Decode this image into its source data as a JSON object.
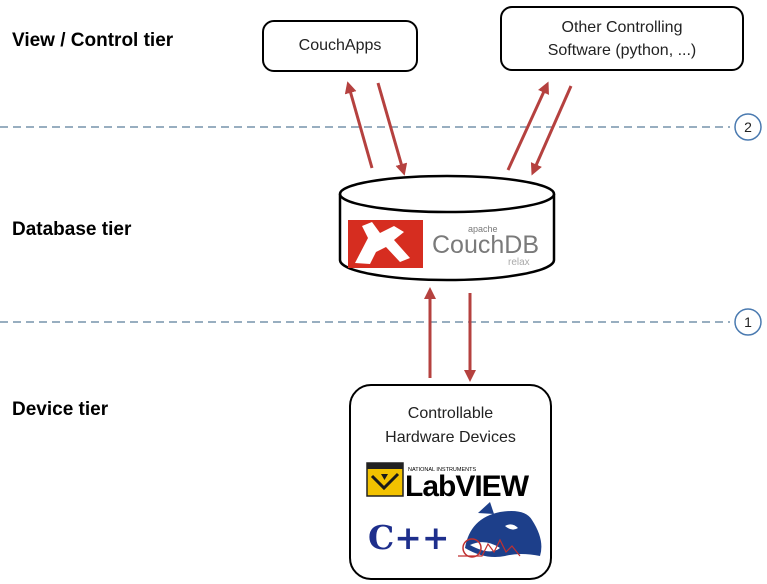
{
  "tiers": {
    "view": "View / Control tier",
    "database": "Database tier",
    "device": "Device tier"
  },
  "boxes": {
    "couchapps": "CouchApps",
    "other_line1": "Other Controlling",
    "other_line2": "Software (python, ...)",
    "device_line1": "Controllable",
    "device_line2": "Hardware Devices"
  },
  "couchdb": {
    "apache": "apache",
    "name": "CouchDB",
    "tagline": "relax"
  },
  "labview": {
    "ni": "NATIONAL INSTRUMENTS",
    "name": "LabVIEW"
  },
  "cpp": "C++",
  "boundaries": [
    {
      "number": "2"
    },
    {
      "number": "1"
    }
  ],
  "colors": {
    "arrow": "#b5413f",
    "dash": "#5a7d9a",
    "couch_red": "#d62d20",
    "couch_gray": "#7a7a7a",
    "circle": "#4a7ab0"
  }
}
